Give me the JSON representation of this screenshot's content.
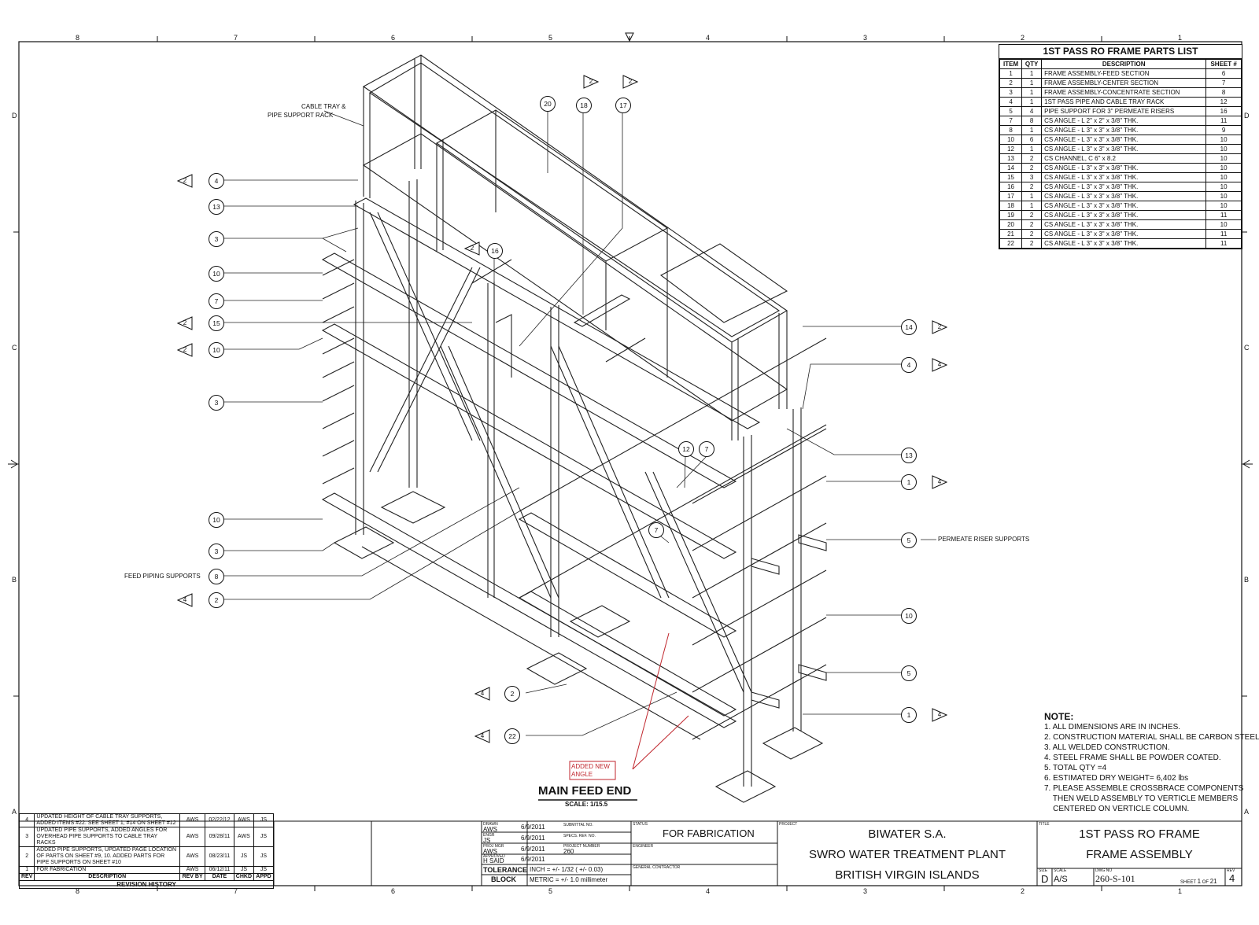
{
  "zones_top": [
    "8",
    "7",
    "6",
    "5",
    "4",
    "3",
    "2",
    "1"
  ],
  "zones_side": [
    "D",
    "C",
    "B",
    "A"
  ],
  "parts_list": {
    "title": "1ST PASS RO FRAME PARTS LIST",
    "headers": [
      "ITEM",
      "QTY",
      "DESCRIPTION",
      "SHEET #"
    ],
    "rows": [
      [
        "1",
        "1",
        "FRAME ASSEMBLY-FEED SECTION",
        "6"
      ],
      [
        "2",
        "1",
        "FRAME ASSEMBLY-CENTER SECTION",
        "7"
      ],
      [
        "3",
        "1",
        "FRAME ASSEMBLY-CONCENTRATE SECTION",
        "8"
      ],
      [
        "4",
        "1",
        "1ST PASS PIPE AND CABLE TRAY RACK",
        "12"
      ],
      [
        "5",
        "4",
        "PIPE SUPPORT FOR 3\" PERMEATE RISERS",
        "16"
      ],
      [
        "7",
        "8",
        "CS ANGLE  - L 2\" x 2\" x 3/8\" THK.",
        "11"
      ],
      [
        "8",
        "1",
        "CS ANGLE  - L 3\" x 3\" x 3/8\" THK.",
        "9"
      ],
      [
        "10",
        "6",
        "CS ANGLE  - L 3\" x 3\" x 3/8\" THK.",
        "10"
      ],
      [
        "12",
        "1",
        "CS ANGLE  - L 3\" x 3\" x 3/8\" THK.",
        "10"
      ],
      [
        "13",
        "2",
        "CS CHANNEL, C 6\" x 8.2",
        "10"
      ],
      [
        "14",
        "2",
        "CS ANGLE  - L 3\" x 3\" x 3/8\" THK.",
        "10"
      ],
      [
        "15",
        "3",
        "CS ANGLE  - L 3\" x 3\" x 3/8\" THK.",
        "10"
      ],
      [
        "16",
        "2",
        "CS ANGLE  - L 3\" x 3\" x 3/8\" THK.",
        "10"
      ],
      [
        "17",
        "1",
        "CS ANGLE  - L 3\" x 3\" x 3/8\" THK.",
        "10"
      ],
      [
        "18",
        "1",
        "CS ANGLE  - L 3\" x 3\" x 3/8\" THK.",
        "10"
      ],
      [
        "19",
        "2",
        "CS ANGLE  - L 3\" x 3\" x 3/8\" THK.",
        "11"
      ],
      [
        "20",
        "2",
        "CS ANGLE  - L 3\" x 3\" x 3/8\" THK.",
        "10"
      ],
      [
        "21",
        "2",
        "CS ANGLE  - L 3\" x 3\" x 3/8\" THK.",
        "11"
      ],
      [
        "22",
        "2",
        "CS ANGLE  - L 3\" x 3\" x 3/8\" THK.",
        "11"
      ]
    ]
  },
  "labels": {
    "cable_tray": "CABLE TRAY &",
    "pipe_rack": "PIPE SUPPORT RACK",
    "feed_piping": "FEED PIPING SUPPORTS",
    "permeate": "PERMEATE RISER SUPPORTS",
    "added_1": "ADDED NEW",
    "added_2": "ANGLE",
    "view_title": "MAIN FEED END",
    "view_scale": "SCALE: 1/15.5"
  },
  "callouts": {
    "b20": "20",
    "b18": "18",
    "b17": "17",
    "t2a": "2",
    "t2b": "2",
    "b4a": "4",
    "t2c": "2",
    "b13a": "13",
    "b3a": "3",
    "b10a": "10",
    "b7a": "7",
    "b15": "15",
    "t2d": "2",
    "b10b": "10",
    "t2e": "2",
    "b16": "16",
    "t2f": "2",
    "b3b": "3",
    "b12": "12",
    "b7b": "7",
    "b7c": "7",
    "b10c": "10",
    "b3c": "3",
    "b8": "8",
    "b2a": "2",
    "t4a": "4",
    "b2b": "2",
    "t4b": "4",
    "b22": "22",
    "t4c": "4",
    "b14": "14",
    "t2g": "2",
    "b4b": "4",
    "t4d": "4",
    "b13b": "13",
    "b1a": "1",
    "t4e": "4",
    "b5a": "5",
    "b10d": "10",
    "b5b": "5",
    "b1b": "1",
    "t4f": "4"
  },
  "notes": {
    "title": "NOTE:",
    "items": [
      "1. ALL DIMENSIONS ARE IN INCHES.",
      "2. CONSTRUCTION MATERIAL SHALL BE CARBON STEEL.",
      "3. ALL WELDED CONSTRUCTION.",
      "4. STEEL FRAME SHALL BE POWDER COATED.",
      "5. TOTAL QTY =4",
      "6. ESTIMATED DRY WEIGHT= 6,402 lbs",
      "7. PLEASE ASSEMBLE CROSSBRACE COMPONENTS",
      "    THEN WELD ASSEMBLY TO VERTICLE MEMBERS",
      "    CENTERED ON VERTICLE COLUMN."
    ]
  },
  "revisions": {
    "headers": [
      "REV",
      "DESCRIPTION",
      "REV BY",
      "DATE",
      "CHKD",
      "APPD"
    ],
    "rows": [
      [
        "4",
        "UPDATED HEIGHT OF CABLE TRAY SUPPORTS, ADDED ITEMS #22. SEE SHEET 1, #14 ON SHEET #12",
        "AWS",
        "02/22/12",
        "AWS",
        "JS"
      ],
      [
        "3",
        "UPDATED PIPE SUPPORTS, ADDED ANGLES FOR OVERHEAD PIPE SUPPORTS TO CABLE TRAY RACKS",
        "AWS",
        "09/28/11",
        "AWS",
        "JS"
      ],
      [
        "2",
        "ADDED PIPE SUPPORTS, UPDATED PAGE LOCATION OF PARTS ON SHEET #9, 10.  ADDED PARTS FOR PIPE SUPPORTS ON SHEET #10",
        "AWS",
        "08/23/11",
        "JS",
        "JS"
      ],
      [
        "1",
        "FOR FABRICATION",
        "AWS",
        "06/12/11",
        "JS",
        "JS"
      ]
    ],
    "footer": "REVISION HISTORY"
  },
  "titleblock": {
    "drawn_lbl": "DRAWN",
    "drawn": "AWS",
    "drawn_date": "6/9/2011",
    "engr_lbl": "ENGR",
    "engr": "JS",
    "engr_date": "6/9/2011",
    "mgr_lbl": "PROJ MGR",
    "mgr": "AWS",
    "mgr_date": "6/9/2011",
    "appr_lbl": "APPROVED",
    "appr": "H SAID",
    "appr_date": "6/9/2011",
    "submittal_lbl": "SUBMITTAL NO.",
    "specs_lbl": "SPECS. REF. NO.",
    "projnum_lbl": "PROJECT NUMBER",
    "projnum": "260",
    "tol1": "TOLERANCE",
    "tol2": "BLOCK",
    "tol_inch": "INCH = +/- 1/32 ( +/- 0.03)",
    "tol_metric": "METRIC = +/- 1.0 millimeter",
    "status_lbl": "STATUS",
    "status": "FOR FABRICATION",
    "engineer_lbl": "ENGINEER",
    "gc_lbl": "GENERAL CONTRACTOR",
    "project_lbl": "PROJECT",
    "proj1": "BIWATER S.A.",
    "proj2": "SWRO WATER TREATMENT PLANT",
    "proj3": "BRITISH VIRGIN ISLANDS",
    "title_lbl": "TITLE",
    "title1": "1ST PASS RO FRAME",
    "title2": "FRAME ASSEMBLY",
    "size_lbl": "SIZE",
    "size": "D",
    "scale_lbl": "SCALE",
    "scale": "A/S",
    "dwg_lbl": "DWG NO",
    "dwg": "260-S-101",
    "sheet_lbl": "SHEET",
    "sheet": "1",
    "of_lbl": "OF",
    "of": "21",
    "rev_lbl": "REV",
    "rev": "4"
  }
}
